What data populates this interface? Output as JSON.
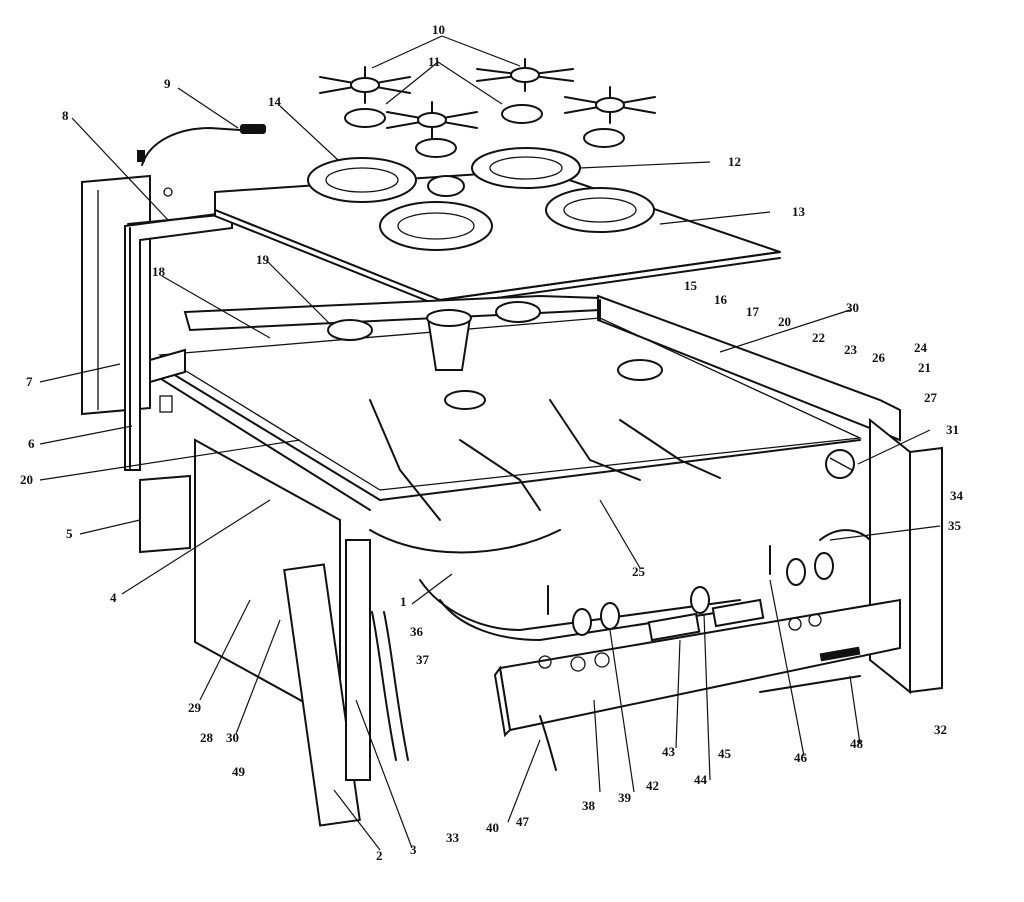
{
  "callouts": [
    {
      "id": "c1",
      "text": "1"
    },
    {
      "id": "c2",
      "text": "2"
    },
    {
      "id": "c3",
      "text": "3"
    },
    {
      "id": "c4",
      "text": "4"
    },
    {
      "id": "c5",
      "text": "5"
    },
    {
      "id": "c6",
      "text": "6"
    },
    {
      "id": "c7",
      "text": "7"
    },
    {
      "id": "c8",
      "text": "8"
    },
    {
      "id": "c9",
      "text": "9"
    },
    {
      "id": "c10",
      "text": "10"
    },
    {
      "id": "c11",
      "text": "11"
    },
    {
      "id": "c12",
      "text": "12"
    },
    {
      "id": "c13",
      "text": "13"
    },
    {
      "id": "c14",
      "text": "14"
    },
    {
      "id": "c15",
      "text": "15"
    },
    {
      "id": "c16",
      "text": "16"
    },
    {
      "id": "c17",
      "text": "17"
    },
    {
      "id": "c18",
      "text": "18"
    },
    {
      "id": "c19",
      "text": "19"
    },
    {
      "id": "c20a",
      "text": "20"
    },
    {
      "id": "c20b",
      "text": "20"
    },
    {
      "id": "c21",
      "text": "21"
    },
    {
      "id": "c22",
      "text": "22"
    },
    {
      "id": "c23",
      "text": "23"
    },
    {
      "id": "c24",
      "text": "24"
    },
    {
      "id": "c25",
      "text": "25"
    },
    {
      "id": "c26",
      "text": "26"
    },
    {
      "id": "c27",
      "text": "27"
    },
    {
      "id": "c28",
      "text": "28"
    },
    {
      "id": "c29",
      "text": "29"
    },
    {
      "id": "c30a",
      "text": "30"
    },
    {
      "id": "c30b",
      "text": "30"
    },
    {
      "id": "c31",
      "text": "31"
    },
    {
      "id": "c32",
      "text": "32"
    },
    {
      "id": "c33",
      "text": "33"
    },
    {
      "id": "c34",
      "text": "34"
    },
    {
      "id": "c35",
      "text": "35"
    },
    {
      "id": "c36",
      "text": "36"
    },
    {
      "id": "c37",
      "text": "37"
    },
    {
      "id": "c38",
      "text": "38"
    },
    {
      "id": "c39",
      "text": "39"
    },
    {
      "id": "c40",
      "text": "40"
    },
    {
      "id": "c42",
      "text": "42"
    },
    {
      "id": "c43",
      "text": "43"
    },
    {
      "id": "c44",
      "text": "44"
    },
    {
      "id": "c45",
      "text": "45"
    },
    {
      "id": "c46",
      "text": "46"
    },
    {
      "id": "c47",
      "text": "47"
    },
    {
      "id": "c48",
      "text": "48"
    },
    {
      "id": "c49",
      "text": "49"
    }
  ],
  "colors": {
    "ink": "#111111",
    "paper": "#ffffff"
  }
}
